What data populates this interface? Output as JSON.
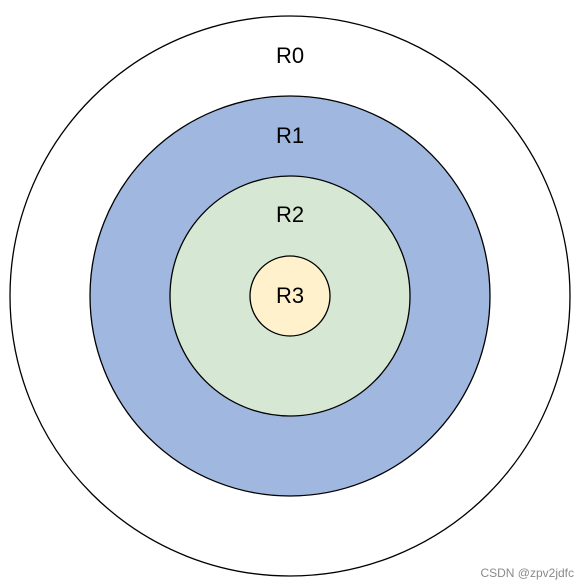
{
  "rings": [
    {
      "label": "R0",
      "fill": "#ffffff"
    },
    {
      "label": "R1",
      "fill": "#a0b8df"
    },
    {
      "label": "R2",
      "fill": "#d6e8d4"
    },
    {
      "label": "R3",
      "fill": "#fff1cc"
    }
  ],
  "stroke_color": "#000000",
  "watermark": "CSDN @zpv2jdfc"
}
